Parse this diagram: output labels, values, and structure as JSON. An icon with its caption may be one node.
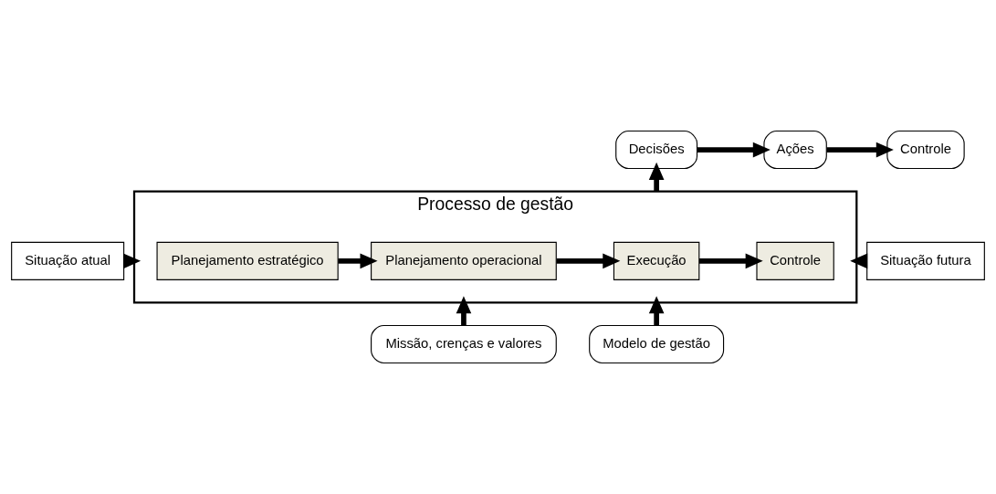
{
  "diagram": {
    "nodes": [
      {
        "text": [
          "Missão, crenças e valores"
        ]
      },
      {
        "text": [
          "Modelo de gestão"
        ]
      },
      {
        "text": [
          "Situação atual"
        ]
      },
      {
        "text": [
          "Processo de gestão"
        ]
      },
      {
        "text": [
          "Planejamento estratégico"
        ],
        "in": 3
      },
      {
        "text": [
          "Planejamento operacional"
        ],
        "in": 3
      },
      {
        "text": [
          "Execução"
        ],
        "in": 3
      },
      {
        "text": [
          "Controle"
        ],
        "in": 3
      },
      {
        "text": [
          "Situação futura"
        ]
      },
      {
        "text": [
          "Decisões"
        ]
      },
      {
        "text": [
          "Ações"
        ]
      },
      {
        "text": [
          "Controle"
        ]
      }
    ],
    "edges": [
      {
        "from": 0,
        "to": 3,
        "arrow": "to"
      },
      {
        "from": 1,
        "to": 3,
        "arrow": "to"
      },
      {
        "from": 2,
        "to": 3,
        "arrow": "to"
      },
      {
        "from": 8,
        "to": 3,
        "arrow": "to"
      },
      {
        "from": 4,
        "to": 5,
        "arrow": "to"
      },
      {
        "from": 5,
        "to": 6,
        "arrow": "to"
      },
      {
        "from": 6,
        "to": 7,
        "arrow": "to"
      },
      {
        "from": 3,
        "to": 9,
        "arrow": "to"
      },
      {
        "from": 9,
        "to": 10,
        "arrow": "to"
      },
      {
        "from": 10,
        "to": 11,
        "arrow": "to"
      }
    ]
  }
}
